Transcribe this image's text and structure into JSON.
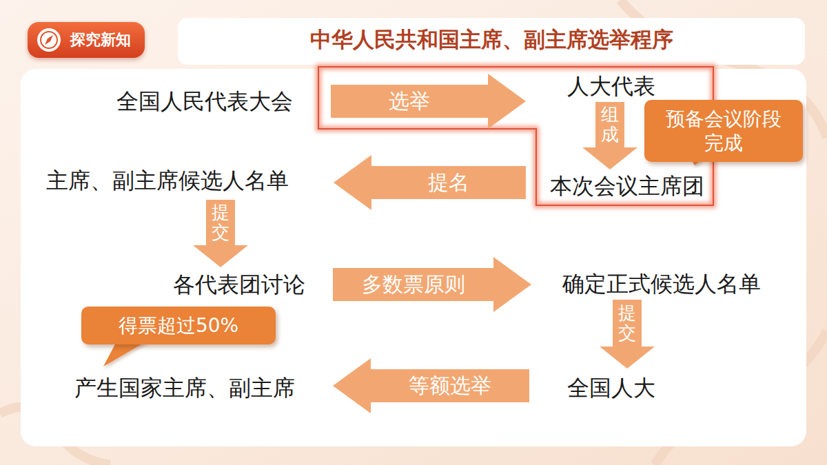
{
  "diagram": {
    "title": "中华人民共和国主席、副主席选举程序",
    "nodes": [
      {
        "text": [
          "探究新知"
        ]
      },
      {
        "text": [
          "全国人民代表大会"
        ]
      },
      {
        "text": [
          "人大代表"
        ]
      },
      {
        "text": [
          "预备会议阶段完成"
        ]
      },
      {
        "text": [
          "主席、副主席候选人名单"
        ]
      },
      {
        "text": [
          "本次会议主席团"
        ]
      },
      {
        "text": [
          "各代表团讨论"
        ]
      },
      {
        "text": [
          "确定正式候选人名单"
        ]
      },
      {
        "text": [
          "得票超过50%"
        ]
      },
      {
        "text": [
          "产生国家主席、副主席"
        ]
      },
      {
        "text": [
          "全国人大"
        ]
      }
    ],
    "edges": [
      {
        "from": 1,
        "to": 2,
        "arrow": "to",
        "label": "选举"
      },
      {
        "from": 2,
        "to": 5,
        "arrow": "to",
        "label": "组成"
      },
      {
        "from": 5,
        "to": 4,
        "arrow": "to",
        "label": "提名"
      },
      {
        "from": 4,
        "to": 6,
        "arrow": "to",
        "label": "提交"
      },
      {
        "from": 6,
        "to": 7,
        "arrow": "to",
        "label": "多数票原则"
      },
      {
        "from": 7,
        "to": 10,
        "arrow": "to",
        "label": "提交"
      },
      {
        "from": 10,
        "to": 9,
        "arrow": "to",
        "label": "等额选举"
      }
    ]
  }
}
